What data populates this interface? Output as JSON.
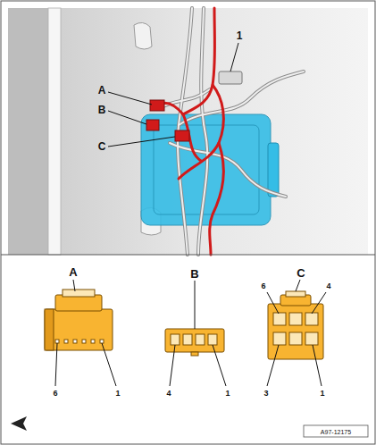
{
  "diagram": {
    "labels": [
      "A",
      "B",
      "C",
      "1",
      "A",
      "B",
      "C",
      "6",
      "1",
      "4",
      "1",
      "6",
      "4",
      "3",
      "1",
      "A97-12175"
    ]
  }
}
